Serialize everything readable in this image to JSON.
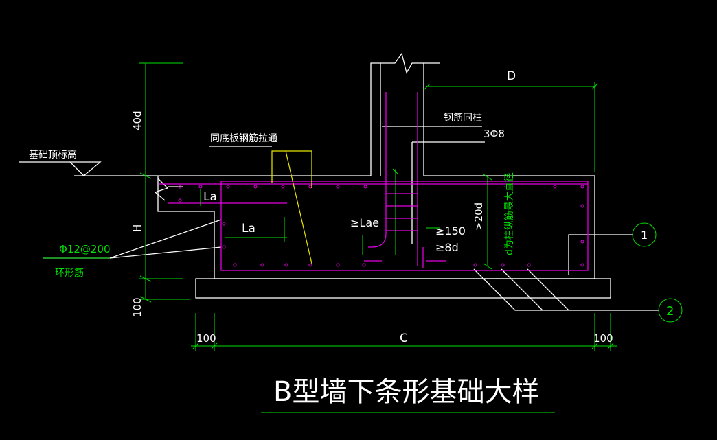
{
  "title": "B型墙下条形基础大样",
  "labels": {
    "dim_D": "D",
    "dim_40d": "40d",
    "dim_H": "H",
    "dim_100_left_vertical": "100",
    "dim_100_bottom_left": "100",
    "dim_C": "C",
    "dim_100_bottom_right": "100",
    "foundation_top_elevation": "基础顶标高",
    "slab_bar_through": "同底板钢筋拉通",
    "bars_same_as_column": "钢筋同柱",
    "stirrup_3phi8": "3Φ8",
    "la_upper": "La",
    "la_lower": "La",
    "lae": "≥Lae",
    "min_150": "≥150",
    "min_8d": "≥8d",
    "min_20d": ">20d",
    "d_note": "d为柱纵筋最大直径",
    "ring_bar_spec": "Φ12@200",
    "ring_bar_name": "环形筋",
    "callout_1": "1",
    "callout_2": "2"
  },
  "colors": {
    "background": "#000000",
    "outline": "#ffffff",
    "dimension": "#00e000",
    "rebar": "#e000e0",
    "slab_bar": "#e8e800"
  }
}
